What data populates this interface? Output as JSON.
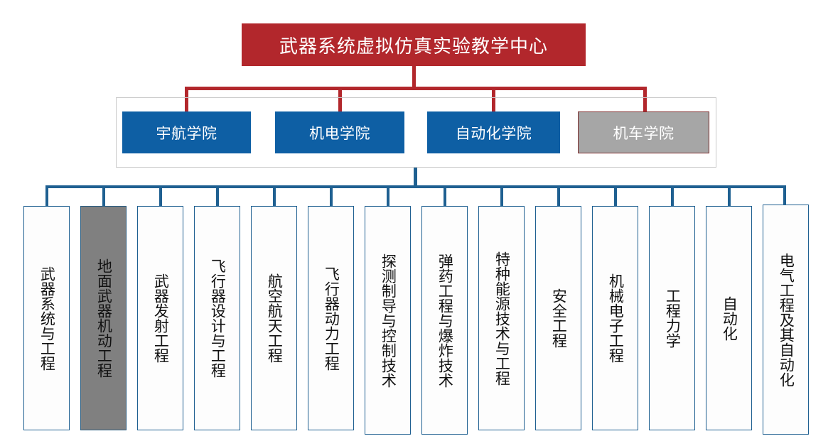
{
  "diagram": {
    "type": "organization-chart",
    "title_box": {
      "label": "武器系统虚拟仿真实验教学中心",
      "fill": "#B2272C",
      "text_color": "#FFFFFF"
    },
    "level2": {
      "frame_color": "#C9C9C9",
      "items": [
        {
          "label": "宇航学院",
          "fill": "#0E5FA4",
          "state": "normal"
        },
        {
          "label": "机电学院",
          "fill": "#0E5FA4",
          "state": "normal"
        },
        {
          "label": "自动化学院",
          "fill": "#0E5FA4",
          "state": "normal"
        },
        {
          "label": "机车学院",
          "fill": "#A6A6A6",
          "state": "muted"
        }
      ]
    },
    "level3": {
      "items": [
        {
          "label": "武器系统与工程",
          "state": "normal"
        },
        {
          "label": "地面武器机动工程",
          "state": "muted"
        },
        {
          "label": "武器发射工程",
          "state": "normal"
        },
        {
          "label": "飞行器设计与工程",
          "state": "normal"
        },
        {
          "label": "航空航天工程",
          "state": "normal"
        },
        {
          "label": "飞行器动力工程",
          "state": "normal"
        },
        {
          "label": "探测制导与控制技术",
          "state": "normal"
        },
        {
          "label": "弹药工程与爆炸技术",
          "state": "normal"
        },
        {
          "label": "特种能源技术与工程",
          "state": "normal"
        },
        {
          "label": "安全工程",
          "state": "normal"
        },
        {
          "label": "机械电子工程",
          "state": "normal"
        },
        {
          "label": "工程力学",
          "state": "normal"
        },
        {
          "label": "自动化",
          "state": "normal"
        },
        {
          "label": "电气工程及其自动化",
          "state": "normal"
        }
      ]
    },
    "colors": {
      "accent_red": "#B2272C",
      "accent_blue": "#0E5FA4",
      "connector_blue": "#1F6091",
      "muted_gray": "#A6A6A6",
      "muted_dark_gray": "#808080"
    }
  }
}
